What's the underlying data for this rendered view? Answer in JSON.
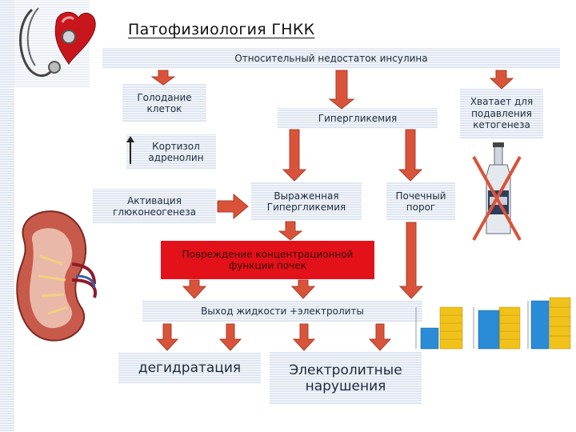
{
  "title": "Патофизиология ГНКК",
  "nodes": {
    "insulin": "Относительный недостаток инсулина",
    "starvation_1": "Голодание",
    "starvation_2": "клеток",
    "hyperglycemia": "Гипергликемия",
    "ketogenesis_1": "Хватает для",
    "ketogenesis_2": "подавления",
    "ketogenesis_3": "кетогенеза",
    "cortisol_1": "Кортизол",
    "cortisol_2": "адренолин",
    "gluconeo_1": "Активация",
    "gluconeo_2": "глюконеогенеза",
    "severe_1": "Выраженная",
    "severe_2": "Гипергликемия",
    "renal_1": "Почечный",
    "renal_2": "порог",
    "damage_1": "Повреждение концентрационной",
    "damage_2": "функции почек",
    "fluid": "Выход жидкости +электролиты",
    "dehydration": "дегидратация",
    "electrolyte_1": "Электролитные",
    "electrolyte_2": "нарушения"
  },
  "colors": {
    "arrow": "#d9533a",
    "arrow_stroke": "#a8412c",
    "damage_box": "#e2111a",
    "striped_box": "#dfe6f1"
  },
  "icons": [
    "heart-stethoscope-icon",
    "kidney-icon",
    "crossed-bottle-icon",
    "fluid-columns-icon"
  ]
}
